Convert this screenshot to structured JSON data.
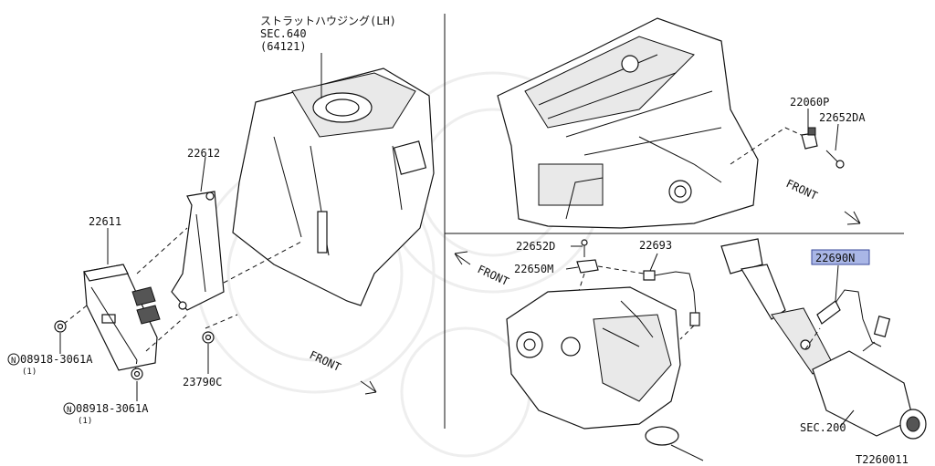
{
  "diagram": {
    "strut_housing": {
      "line1": "ストラットハウジング(LH)",
      "line2": "SEC.640",
      "line3": "(64121)"
    },
    "labels": {
      "bracket": "22612",
      "ecm": "22611",
      "bolt_a_part": "08918-3061A",
      "bolt_a_qty": "(1)",
      "bolt_b_part": "08918-3061A",
      "bolt_b_qty": "(1)",
      "nut": "23790C",
      "sensor_p": "22060P",
      "bolt_da": "22652DA",
      "bolt_d": "22652D",
      "bracket_m": "22650M",
      "heated_sensor": "22693",
      "rear_sensor": "22690N",
      "exhaust_section": "SEC.200",
      "drawing_code": "T2260011"
    },
    "circle_prefix": "N",
    "front_label": "FRONT",
    "highlight_color": "#a9b6e6"
  }
}
